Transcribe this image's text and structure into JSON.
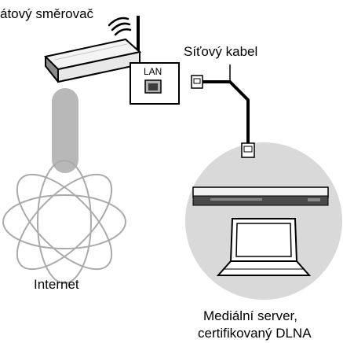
{
  "labels": {
    "router": "átový směrovač",
    "cable": "Síťový kabel",
    "port": "LAN",
    "internet": "Internet",
    "server_line1": "Mediální server,",
    "server_line2": "certifikovaný DLNA"
  },
  "icons": [
    "wifi-router-icon",
    "wifi-waves-icon",
    "lan-port-icon",
    "network-plug-icon",
    "blu-ray-player-icon",
    "laptop-icon",
    "internet-globe-icon"
  ],
  "colors": {
    "line": "#000000",
    "router_body": "#e8e8e8",
    "router_top": "#f4f4f4",
    "router_side": "#8a8a8a",
    "connector": "#b8b8b8",
    "circle": "#d9d9d9",
    "player": "#4a4a4a",
    "globe": "#aaaaaa"
  }
}
